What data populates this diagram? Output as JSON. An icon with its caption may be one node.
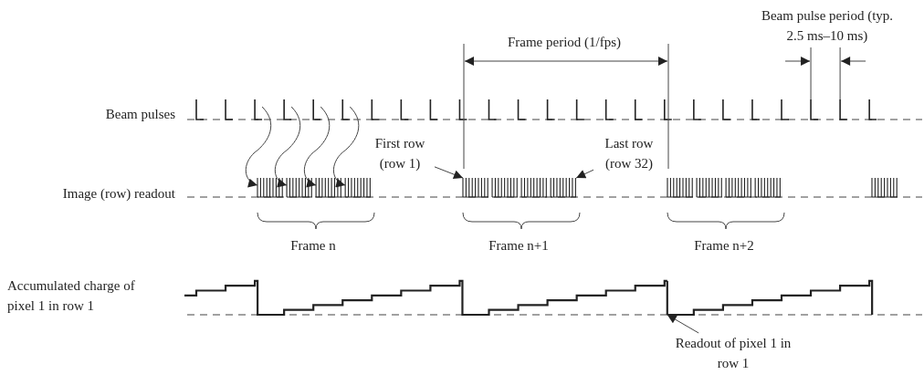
{
  "diagram": {
    "nodes": [
      {
        "text": [
          "First row (row 1)"
        ]
      },
      {
        "text": [
          "Last row (row 32)"
        ]
      },
      {
        "text": [
          "Readout of pixel 1 in row 1"
        ]
      },
      {
        "text": [],
        "shape": "bar"
      },
      {
        "text": [],
        "shape": "bar"
      },
      {
        "text": [],
        "shape": "bar"
      },
      {
        "text": [],
        "shape": "bar"
      },
      {
        "text": [],
        "shape": "bar"
      },
      {
        "text": [],
        "shape": "bar"
      },
      {
        "text": [],
        "shape": "bar"
      },
      {
        "text": [],
        "shape": "bar"
      },
      {
        "text": [],
        "shape": "bar"
      },
      {
        "text": [],
        "shape": "bar"
      },
      {
        "text": [],
        "shape": "line"
      }
    ],
    "edges": [
      {
        "from": 3,
        "to": 7,
        "arrow": "to"
      },
      {
        "from": 4,
        "to": 8,
        "arrow": "to"
      },
      {
        "from": 5,
        "to": 9,
        "arrow": "to"
      },
      {
        "from": 6,
        "to": 10,
        "arrow": "to"
      },
      {
        "from": 0,
        "to": 11,
        "arrow": "to"
      },
      {
        "from": 1,
        "to": 12,
        "arrow": "to"
      },
      {
        "from": 2,
        "to": 13,
        "arrow": "to"
      }
    ],
    "labels": [
      "Frame period (1/fps)",
      "Beam pulse period (typ. 2.5 ms–10 ms)",
      "Beam pulses",
      "Image (row) readout",
      "Frame n",
      "Frame n+1",
      "Frame n+2",
      "Accumulated charge of pixel 1 in row 1"
    ]
  }
}
